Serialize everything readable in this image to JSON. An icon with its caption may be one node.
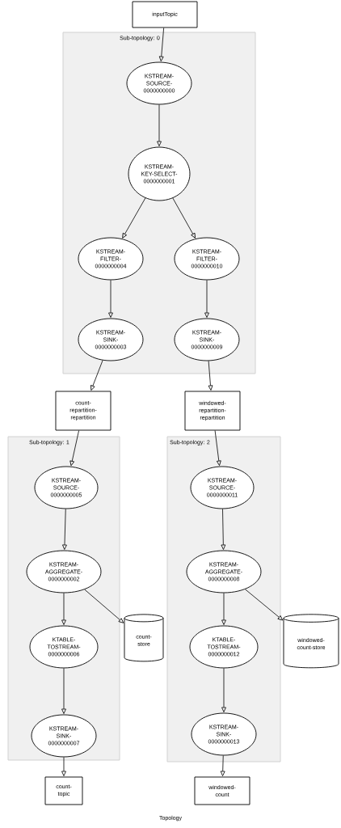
{
  "diagram": {
    "caption": "Topology",
    "nodes": [
      {
        "text": [
          "inputTopic"
        ]
      },
      {
        "text": [
          "Sub-topology: 0"
        ]
      },
      {
        "text": [
          "KSTREAM-SOURCE-0000000000"
        ],
        "in": 1
      },
      {
        "text": [
          "KSTREAM-KEY-SELECT-0000000001"
        ],
        "in": 1
      },
      {
        "text": [
          "KSTREAM-FILTER-0000000004"
        ],
        "in": 1
      },
      {
        "text": [
          "KSTREAM-FILTER-0000000010"
        ],
        "in": 1
      },
      {
        "text": [
          "KSTREAM-SINK-0000000003"
        ],
        "in": 1
      },
      {
        "text": [
          "KSTREAM-SINK-0000000009"
        ],
        "in": 1
      },
      {
        "text": [
          "count-repartition-repartition"
        ]
      },
      {
        "text": [
          "windowed-repartition-repartition"
        ]
      },
      {
        "text": [
          "Sub-topology: 1"
        ]
      },
      {
        "text": [
          "KSTREAM-SOURCE-0000000005"
        ],
        "in": 10
      },
      {
        "text": [
          "KSTREAM-AGGREGATE-0000000002"
        ],
        "in": 10
      },
      {
        "text": [
          "KTABLE-TOSTREAM-0000000006"
        ],
        "in": 10
      },
      {
        "text": [
          "KSTREAM-SINK-0000000007"
        ],
        "in": 10
      },
      {
        "text": [
          "count-store"
        ]
      },
      {
        "text": [
          "Sub-topology: 2"
        ]
      },
      {
        "text": [
          "KSTREAM-SOURCE-0000000011"
        ],
        "in": 16
      },
      {
        "text": [
          "KSTREAM-AGGREGATE-0000000008"
        ],
        "in": 16
      },
      {
        "text": [
          "KTABLE-TOSTREAM-0000000012"
        ],
        "in": 16
      },
      {
        "text": [
          "KSTREAM-SINK-0000000013"
        ],
        "in": 16
      },
      {
        "text": [
          "windowed-count-store"
        ]
      },
      {
        "text": [
          "count-topic"
        ]
      },
      {
        "text": [
          "windowed-count"
        ]
      }
    ],
    "edges": [
      {
        "from": 0,
        "to": 2,
        "arrow": "to"
      },
      {
        "from": 2,
        "to": 3,
        "arrow": "to"
      },
      {
        "from": 3,
        "to": 4,
        "arrow": "to"
      },
      {
        "from": 3,
        "to": 5,
        "arrow": "to"
      },
      {
        "from": 4,
        "to": 6,
        "arrow": "to"
      },
      {
        "from": 5,
        "to": 7,
        "arrow": "to"
      },
      {
        "from": 6,
        "to": 8,
        "arrow": "to"
      },
      {
        "from": 7,
        "to": 9,
        "arrow": "to"
      },
      {
        "from": 8,
        "to": 11,
        "arrow": "to"
      },
      {
        "from": 9,
        "to": 17,
        "arrow": "to"
      },
      {
        "from": 11,
        "to": 12,
        "arrow": "to"
      },
      {
        "from": 12,
        "to": 13,
        "arrow": "to"
      },
      {
        "from": 12,
        "to": 15,
        "arrow": "to"
      },
      {
        "from": 13,
        "to": 14,
        "arrow": "to"
      },
      {
        "from": 14,
        "to": 22,
        "arrow": "to"
      },
      {
        "from": 17,
        "to": 18,
        "arrow": "to"
      },
      {
        "from": 18,
        "to": 19,
        "arrow": "to"
      },
      {
        "from": 18,
        "to": 21,
        "arrow": "to"
      },
      {
        "from": 19,
        "to": 20,
        "arrow": "to"
      },
      {
        "from": 20,
        "to": 23,
        "arrow": "to"
      }
    ]
  }
}
